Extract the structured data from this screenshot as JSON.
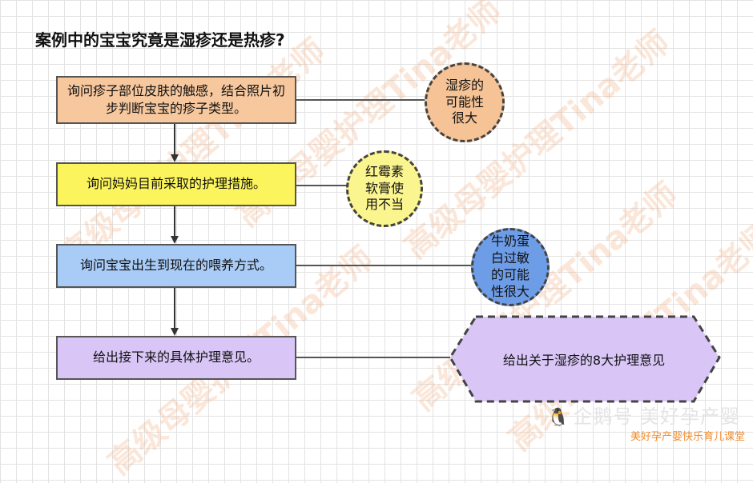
{
  "title": "案例中的宝宝究竟是湿疹还是热疹?",
  "steps": [
    "询问疹子部位皮肤的触感，结合照片初步判断宝宝的疹子类型。",
    "询问妈妈目前采取的护理措施。",
    "询问宝宝出生到现在的喂养方式。",
    "给出接下来的具体护理意见。"
  ],
  "notes": [
    {
      "lines": [
        "湿疹的",
        "可能性",
        "很大"
      ]
    },
    {
      "lines": [
        "红霉素",
        "软膏使",
        "用不当"
      ]
    },
    {
      "lines": [
        "牛奶蛋",
        "白过敏",
        "的可能",
        "性很大"
      ]
    }
  ],
  "result": "给出关于湿疹的8大护理意见",
  "watermark_text": "高级母婴护理Tina老师",
  "brand": {
    "logo_icon": "penguin-icon",
    "name": "企鹅号 美好孕产婴",
    "sub": "美好孕产婴快乐育儿课堂"
  }
}
